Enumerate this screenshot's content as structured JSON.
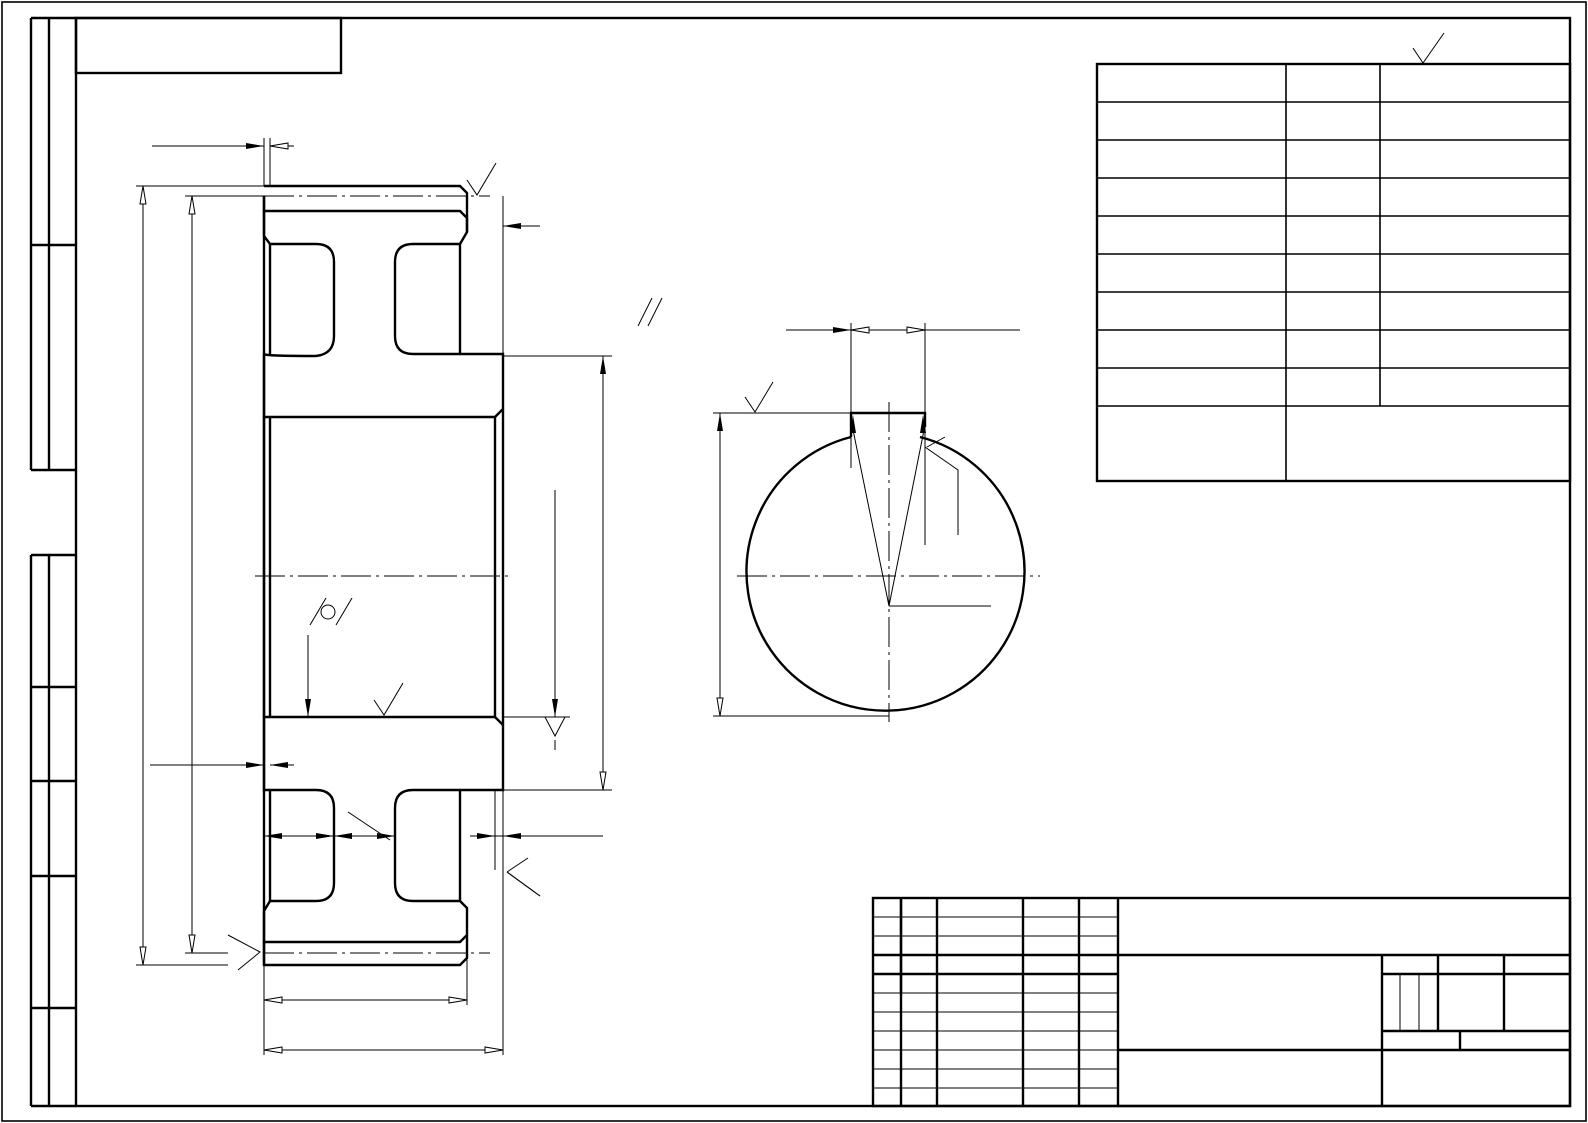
{
  "document": {
    "type": "engineering-drawing",
    "subject": "gear",
    "views": [
      "gear-section-view",
      "hub-bore-detail-view",
      "gear-parameters-table",
      "title-block"
    ],
    "text": []
  },
  "parameters_table": {
    "rows": 9,
    "columns": 3,
    "cells": []
  },
  "title_block": {
    "cells": []
  }
}
